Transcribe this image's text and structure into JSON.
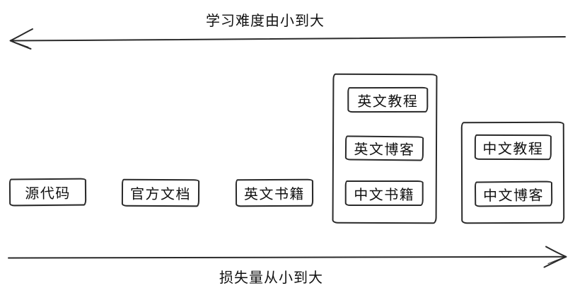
{
  "colors": {
    "stroke": "#2a2a2a",
    "background": "#ffffff",
    "text": "#111111"
  },
  "axes": {
    "top": {
      "label": "学习难度由小到大",
      "direction": "left"
    },
    "bottom": {
      "label": "损失量从小到大",
      "direction": "right"
    }
  },
  "nodes": [
    {
      "id": "source-code",
      "label": "源代码"
    },
    {
      "id": "official-docs",
      "label": "官方文档"
    },
    {
      "id": "english-books",
      "label": "英文书籍"
    }
  ],
  "groups": [
    {
      "id": "english-group",
      "items": [
        {
          "id": "english-tutorials",
          "label": "英文教程"
        },
        {
          "id": "english-blogs",
          "label": "英文博客"
        },
        {
          "id": "chinese-books",
          "label": "中文书籍"
        }
      ]
    },
    {
      "id": "chinese-group",
      "items": [
        {
          "id": "chinese-tutorials",
          "label": "中文教程"
        },
        {
          "id": "chinese-blogs",
          "label": "中文博客"
        }
      ]
    }
  ]
}
